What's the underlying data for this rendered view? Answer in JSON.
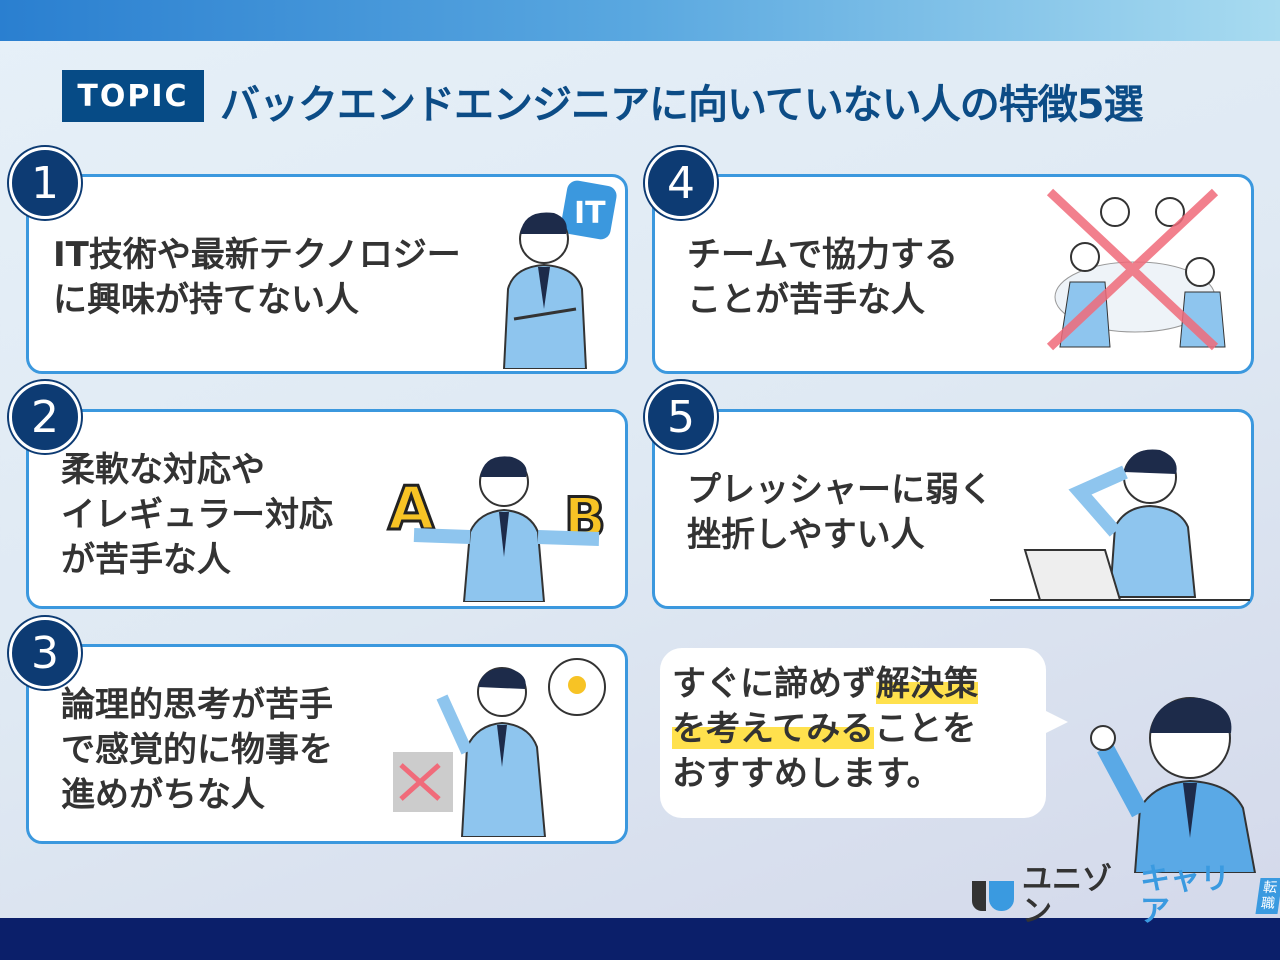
{
  "header": {
    "topic_label": "TOPIC",
    "title": "バックエンドエンジニアに向いていない人の特徴5選"
  },
  "cards": [
    {
      "number": "1",
      "text": "IT技術や最新テクノロジー\nに興味が持てない人",
      "badge": "IT"
    },
    {
      "number": "2",
      "text": "柔軟な対応や\nイレギュラー対応\nが苦手な人",
      "choice_a": "A",
      "choice_b": "B"
    },
    {
      "number": "3",
      "text": "論理的思考が苦手\nで感覚的に物事を\n進めがちな人"
    },
    {
      "number": "4",
      "text": "チームで協力する\nことが苦手な人"
    },
    {
      "number": "5",
      "text": "プレッシャーに弱く\n挫折しやすい人"
    }
  ],
  "advice": {
    "part1": "すぐに諦めず",
    "highlight1": "解決策",
    "highlight2": "を考えてみる",
    "part2": "ことを",
    "part3": "おすすめします。"
  },
  "logo": {
    "name_dark": "ユニゾン",
    "name_blue": "キャリア",
    "tag": "転職"
  },
  "colors": {
    "navy": "#0d3b73",
    "accent": "#3b98de",
    "highlight": "#ffe14d"
  }
}
